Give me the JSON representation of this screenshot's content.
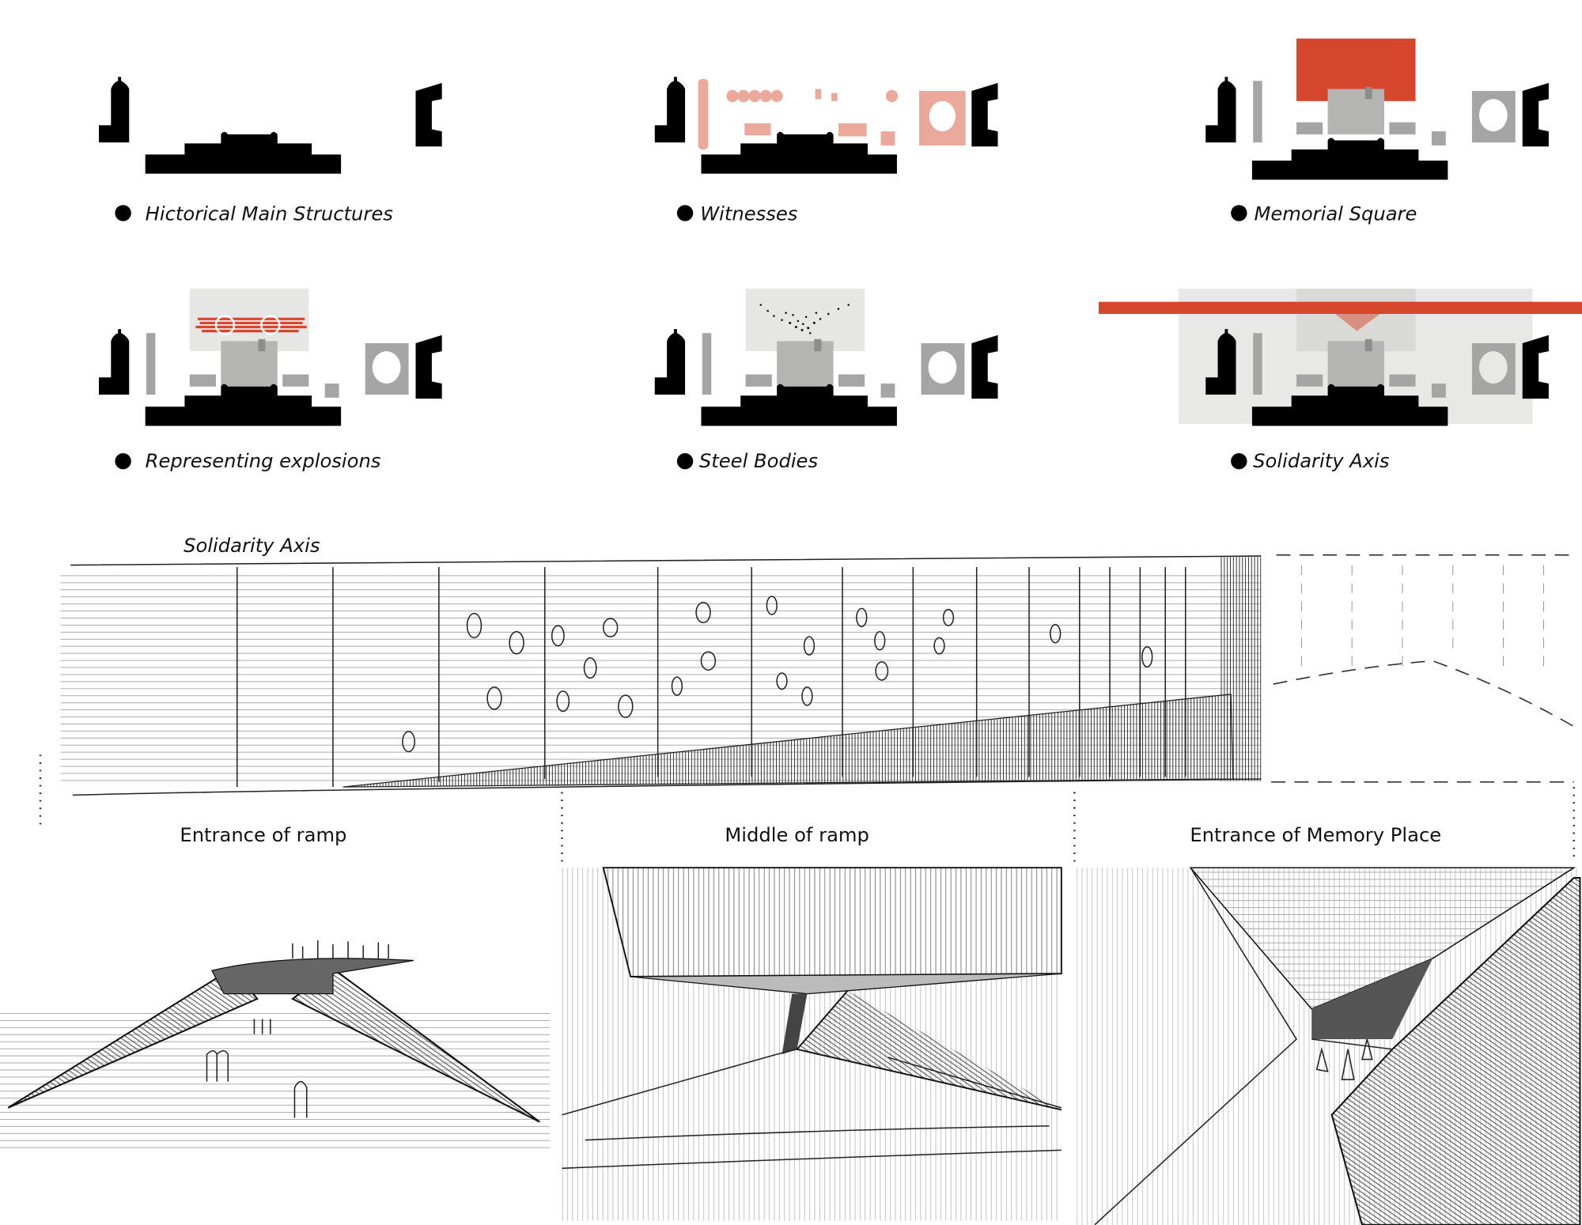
{
  "diagrams": [
    {
      "label": "Hictorical Main Structures"
    },
    {
      "label": "Witnesses"
    },
    {
      "label": "Memorial Square"
    },
    {
      "label": "Representing explosions"
    },
    {
      "label": "Steel Bodies"
    },
    {
      "label": "Solidarity Axis"
    }
  ],
  "section": {
    "title": "Solidarity Axis"
  },
  "views": [
    {
      "caption": "Entrance of ramp"
    },
    {
      "caption": "Middle of ramp"
    },
    {
      "caption": "Entrance of Memory Place"
    }
  ],
  "colors": {
    "accent": "#d5462c",
    "accent_light": "#e8a090",
    "grey": "#a5a5a5",
    "light_grey": "#e6e6e4",
    "black": "#000000"
  }
}
